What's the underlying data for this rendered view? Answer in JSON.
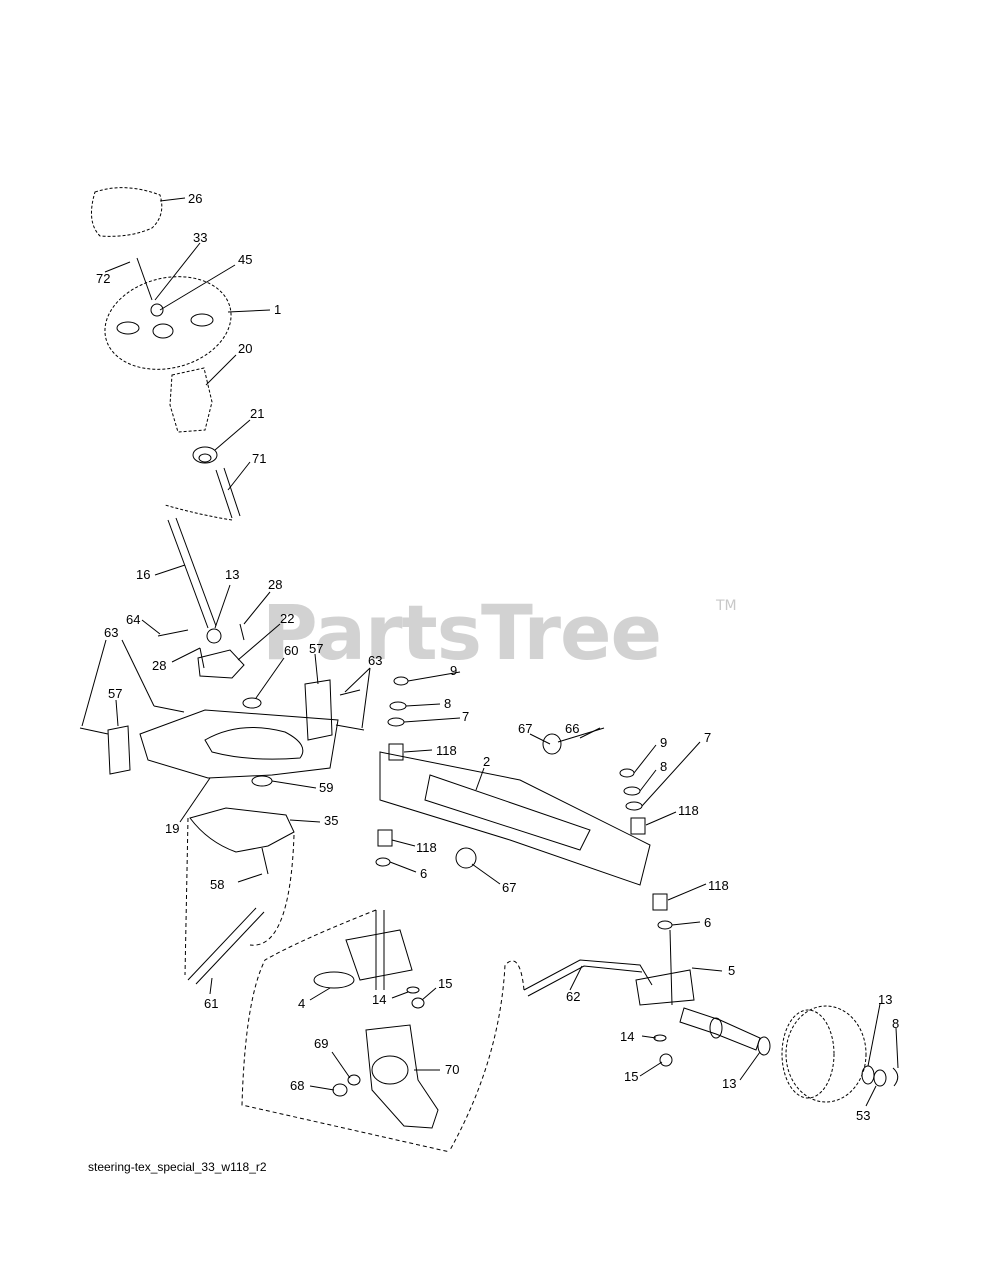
{
  "watermark": {
    "text": "PartsTree",
    "tm": "TM"
  },
  "caption": "steering-tex_special_33_w118_r2",
  "callouts": [
    {
      "id": "c-26a",
      "label": "26"
    },
    {
      "id": "c-33a",
      "label": "33"
    },
    {
      "id": "c-72",
      "label": "72"
    },
    {
      "id": "c-45",
      "label": "45"
    },
    {
      "id": "c-1",
      "label": "1"
    },
    {
      "id": "c-20",
      "label": "20"
    },
    {
      "id": "c-21",
      "label": "21"
    },
    {
      "id": "c-71",
      "label": "71"
    },
    {
      "id": "c-16",
      "label": "16"
    },
    {
      "id": "c-13a",
      "label": "13"
    },
    {
      "id": "c-28a",
      "label": "28"
    },
    {
      "id": "c-64",
      "label": "64"
    },
    {
      "id": "c-22",
      "label": "22"
    },
    {
      "id": "c-28b",
      "label": "28"
    },
    {
      "id": "c-63a",
      "label": "63"
    },
    {
      "id": "c-60",
      "label": "60"
    },
    {
      "id": "c-57a",
      "label": "57"
    },
    {
      "id": "c-63b",
      "label": "63"
    },
    {
      "id": "c-57b",
      "label": "57"
    },
    {
      "id": "c-9a",
      "label": "9"
    },
    {
      "id": "c-8a",
      "label": "8"
    },
    {
      "id": "c-7a",
      "label": "7"
    },
    {
      "id": "c-118a",
      "label": "118"
    },
    {
      "id": "c-66",
      "label": "66"
    },
    {
      "id": "c-2",
      "label": "2"
    },
    {
      "id": "c-67a",
      "label": "67"
    },
    {
      "id": "c-9b",
      "label": "9"
    },
    {
      "id": "c-8b",
      "label": "8"
    },
    {
      "id": "c-7b",
      "label": "7"
    },
    {
      "id": "c-118b",
      "label": "118"
    },
    {
      "id": "c-19",
      "label": "19"
    },
    {
      "id": "c-59",
      "label": "59"
    },
    {
      "id": "c-35",
      "label": "35"
    },
    {
      "id": "c-118c",
      "label": "118"
    },
    {
      "id": "c-6a",
      "label": "6"
    },
    {
      "id": "c-67b",
      "label": "67"
    },
    {
      "id": "c-58",
      "label": "58"
    },
    {
      "id": "c-118d",
      "label": "118"
    },
    {
      "id": "c-6b",
      "label": "6"
    },
    {
      "id": "c-5",
      "label": "5"
    },
    {
      "id": "c-4",
      "label": "4"
    },
    {
      "id": "c-14a",
      "label": "14"
    },
    {
      "id": "c-15a",
      "label": "15"
    },
    {
      "id": "c-61",
      "label": "61"
    },
    {
      "id": "c-62",
      "label": "62"
    },
    {
      "id": "c-14b",
      "label": "14"
    },
    {
      "id": "c-13b",
      "label": "13"
    },
    {
      "id": "c-8c",
      "label": "8"
    },
    {
      "id": "c-69",
      "label": "69"
    },
    {
      "id": "c-70",
      "label": "70"
    },
    {
      "id": "c-15b",
      "label": "15"
    },
    {
      "id": "c-13c",
      "label": "13"
    },
    {
      "id": "c-68",
      "label": "68"
    },
    {
      "id": "c-53",
      "label": "53"
    }
  ]
}
